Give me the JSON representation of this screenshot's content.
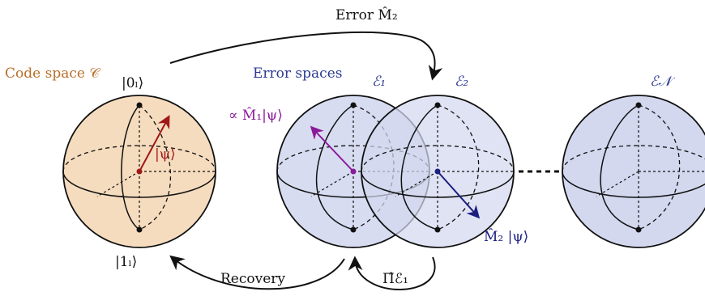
{
  "labels": {
    "error_top": "Error M̂₂",
    "code_space": "Code space 𝒞",
    "ket0": "|0ₗ⟩",
    "ket1": "|1ₗ⟩",
    "psi": "|ψ⟩",
    "error_spaces": "Error spaces",
    "E1": "ℰ₁",
    "E2": "ℰ₂",
    "EN": "ℰ𝒩",
    "m1psi": "∝ M̂₁|ψ⟩",
    "m2psi": "M̂₂ |ψ⟩",
    "recovery": "Recovery",
    "projector": "Π̂ℰ₁"
  },
  "colors": {
    "code_fill": "#f5dcbe",
    "code_text": "#b86f2a",
    "error_fill": "#d3d8ef",
    "error_text": "#2d3a94",
    "psi_red": "#a01818",
    "m1_purple": "#8a1a9a",
    "m2_navy": "#1a1f80"
  },
  "icons": [
    "arrow-icon"
  ]
}
